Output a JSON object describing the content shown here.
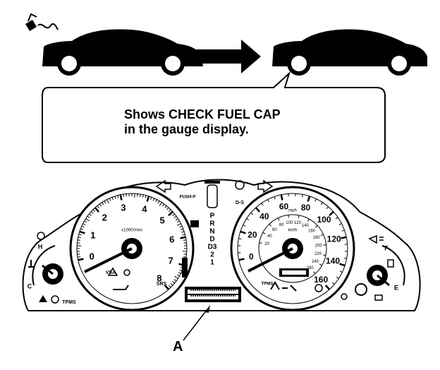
{
  "message": {
    "line1": "Shows CHECK FUEL CAP",
    "line2": "in the gauge display."
  },
  "callout_label": "A",
  "tachometer": {
    "ticks": [
      "0",
      "1",
      "2",
      "3",
      "4",
      "5",
      "6",
      "7",
      "8"
    ],
    "unit": "x1000r/min"
  },
  "speedometer": {
    "outer_ticks": [
      "0",
      "20",
      "40",
      "60",
      "80",
      "100",
      "120",
      "140",
      "160"
    ],
    "inner_ticks": [
      "20",
      "40",
      "60",
      "80",
      "100",
      "120",
      "140",
      "160",
      "180",
      "200",
      "220",
      "240",
      "260"
    ],
    "unit_outer": "mph",
    "unit_inner": "km/h"
  },
  "temperature_gauge": {
    "high": "H",
    "cold": "C"
  },
  "fuel_gauge": {
    "full": "F",
    "empty": "E"
  },
  "gear_indicator": [
    "P",
    "R",
    "N",
    "D",
    "D3",
    "2",
    "1"
  ],
  "indicator_text": {
    "vsa": "VSA",
    "srs": "SRS",
    "tpms": "TPMS",
    "d_s": "D-S",
    "push_p": "PUSH-P"
  }
}
